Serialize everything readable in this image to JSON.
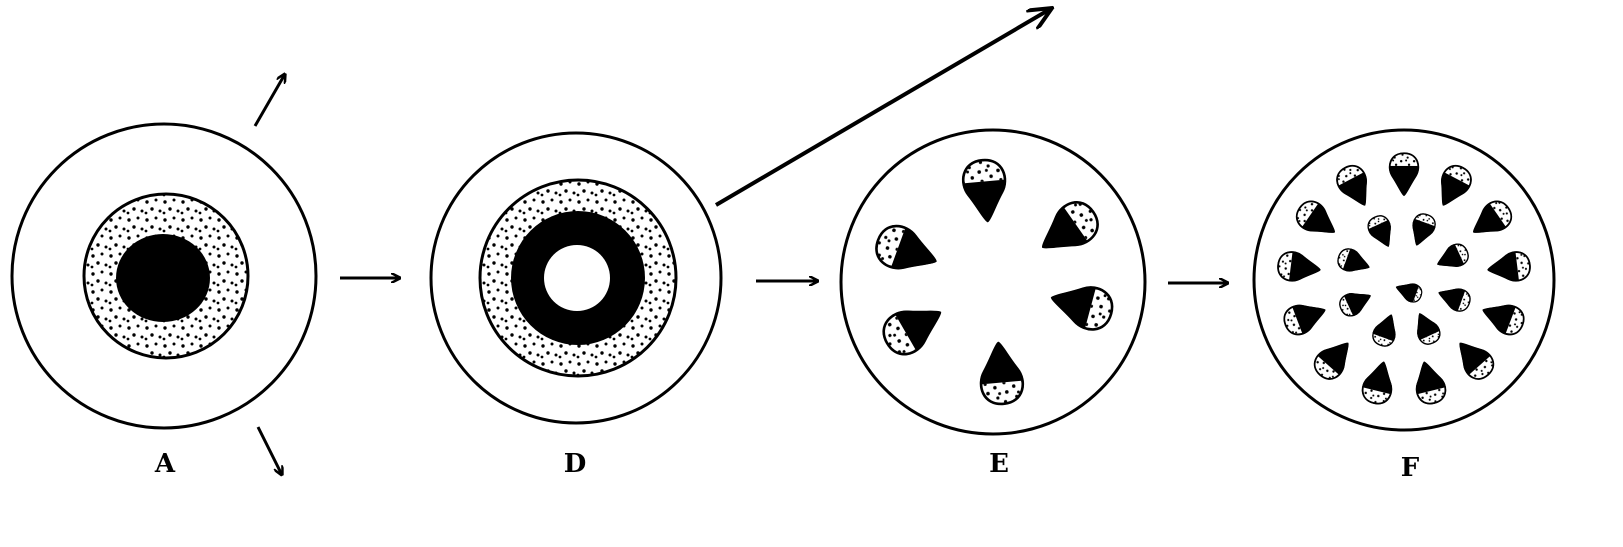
{
  "labels": {
    "a": "A",
    "d": "D",
    "e": "E",
    "f": "F"
  },
  "stages": [
    {
      "id": "A",
      "description_shape": "outer-circle-with-dotted-ring-and-solid-core"
    },
    {
      "id": "D",
      "description_shape": "outer-circle-with-dotted-ring-solid-ring-and-hollow-center"
    },
    {
      "id": "E",
      "description_shape": "circle-with-6-teardrop-cells"
    },
    {
      "id": "F",
      "description_shape": "circle-with-many-teardrop-cells"
    }
  ],
  "colors": {
    "ink": "#000000",
    "background": "#ffffff"
  }
}
